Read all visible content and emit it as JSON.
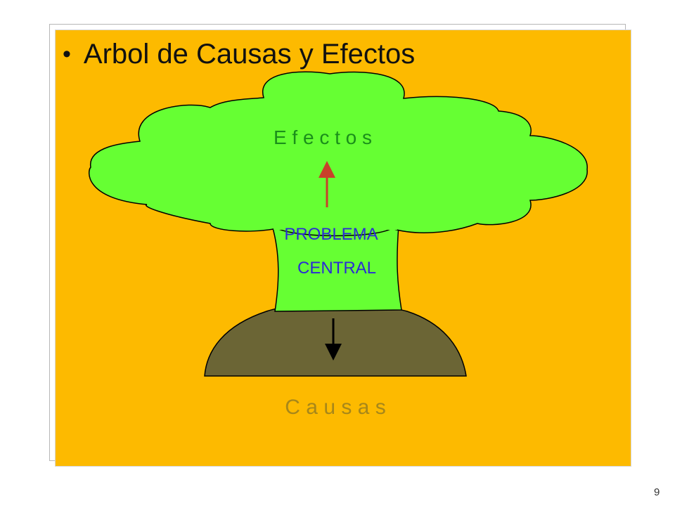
{
  "slide": {
    "title": "Arbol de Causas y Efectos",
    "bullet": "•",
    "page_number": "9"
  },
  "diagram": {
    "effects_label": "E f e c t o s",
    "problem_line1": "PROBLEMA",
    "problem_line2": "CENTRAL",
    "causes_label": "C a u s a s"
  },
  "colors": {
    "background": "#fdba00",
    "canopy": "#66ff33",
    "ground": "#6b6535",
    "effects_text": "#1a8f1a",
    "problem_text": "#2b2bd6",
    "causes_text": "#a7871a",
    "up_arrow": "#c8412a",
    "down_arrow": "#000000"
  }
}
